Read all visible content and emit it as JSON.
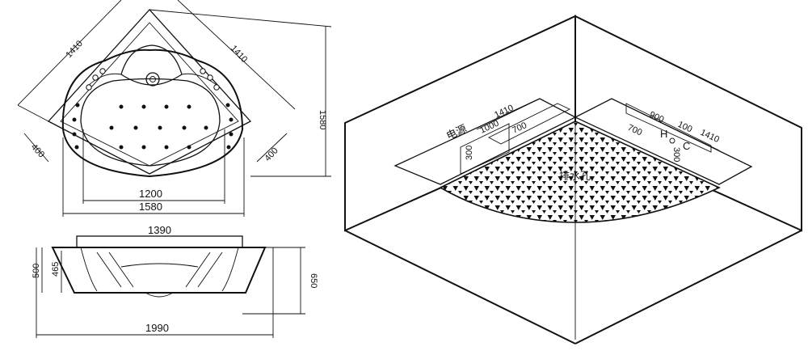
{
  "top_view": {
    "dim_left_edge": "1410",
    "dim_right_edge": "1410",
    "dim_height": "1580",
    "dim_left_short": "400",
    "dim_right_short": "400",
    "dim_inner_width": "1200",
    "dim_outer_width": "1580"
  },
  "side_view": {
    "dim_top_width": "1390",
    "dim_depth_outer": "500",
    "dim_depth_inner": "465",
    "dim_height": "650",
    "dim_total_width": "1990"
  },
  "iso_view": {
    "label_power": "电源",
    "label_drain": "排水孔",
    "label_hot": "H",
    "label_cold": "C",
    "dim_1410_left": "1410",
    "dim_1000": "1000",
    "dim_700_left": "700",
    "dim_300_left": "300",
    "dim_900": "900",
    "dim_100": "100",
    "dim_1410_right": "1410",
    "dim_700_right": "700",
    "dim_300_right": "300"
  }
}
